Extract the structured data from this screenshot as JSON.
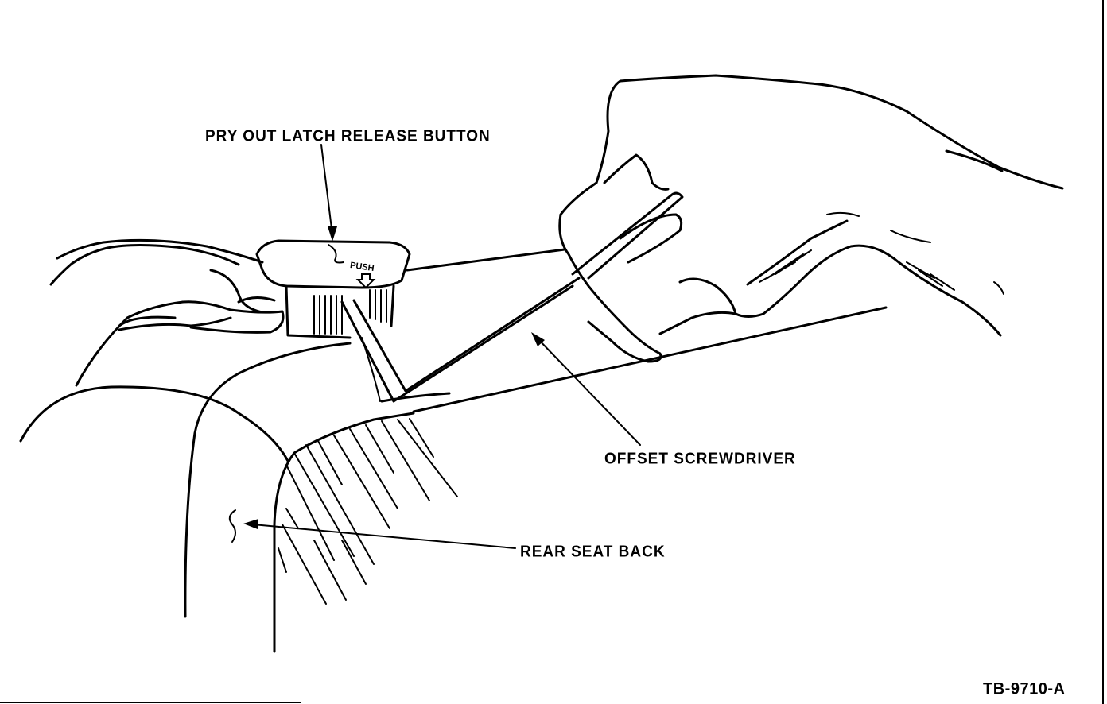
{
  "labels": {
    "latch_release": "PRY OUT LATCH RELEASE BUTTON",
    "screwdriver": "OFFSET SCREWDRIVER",
    "seat_back": "REAR SEAT BACK",
    "button_text": "PUSH",
    "figure_code": "TB-9710-A"
  }
}
